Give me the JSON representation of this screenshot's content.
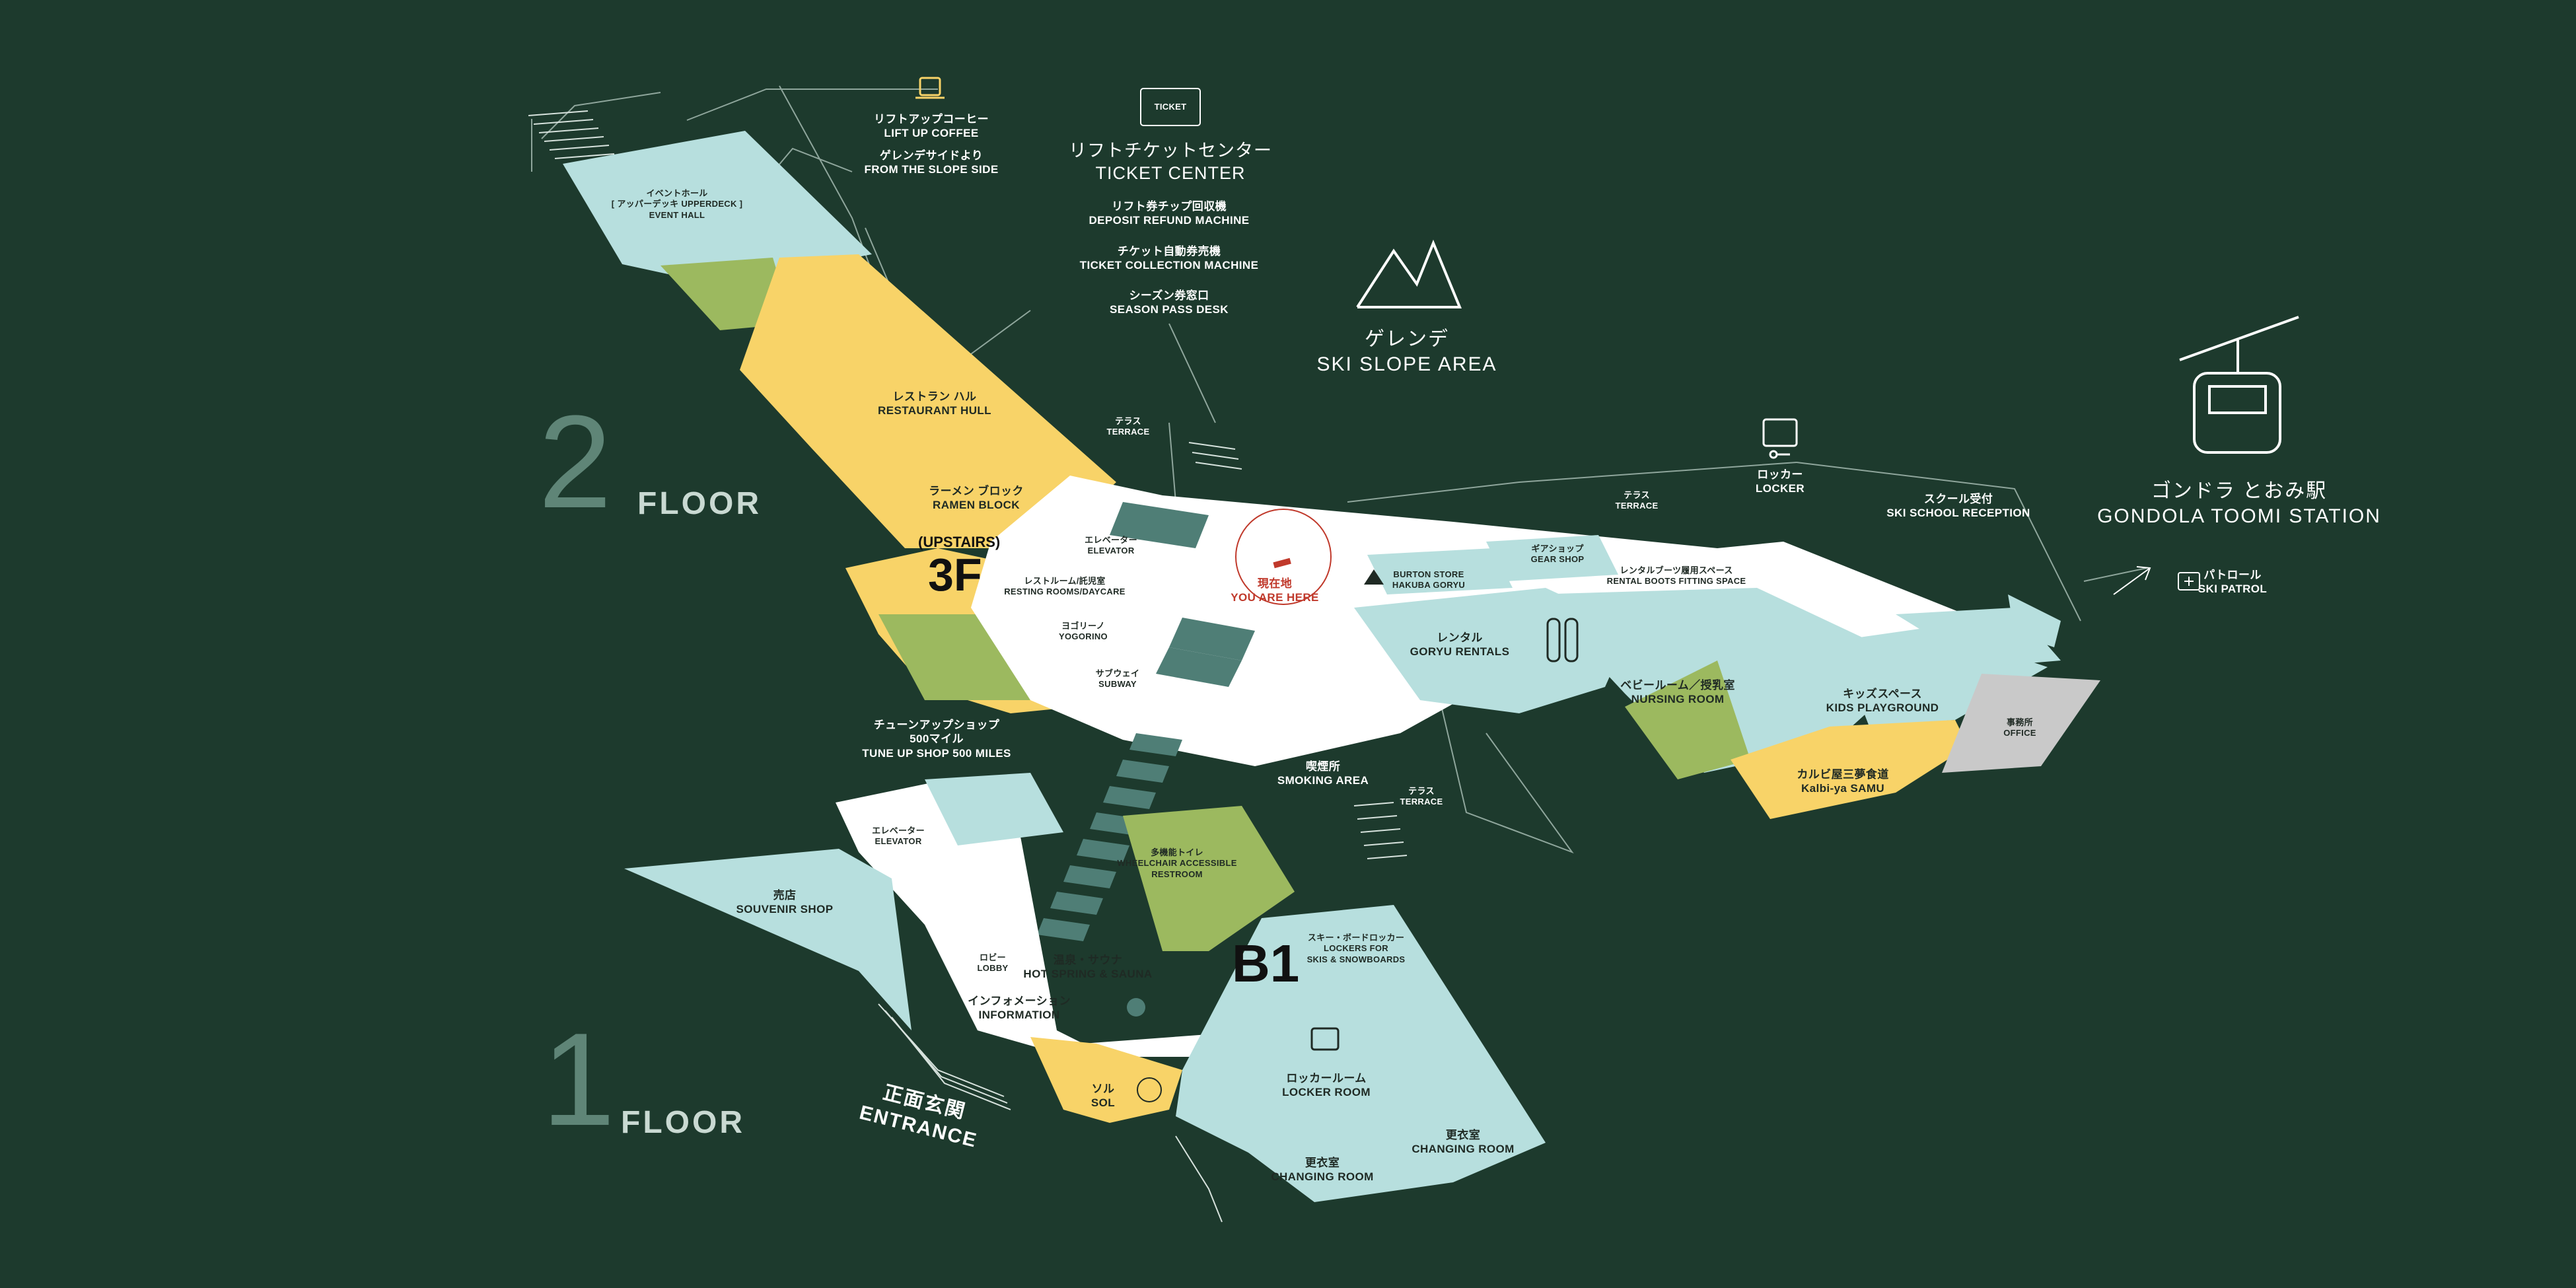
{
  "floors": {
    "floor2": {
      "number": "2",
      "label": "FLOOR"
    },
    "floor1": {
      "number": "1",
      "label": "FLOOR"
    }
  },
  "markers": {
    "upstairs": "(UPSTAIRS)",
    "f3": "3F",
    "b1": "B1"
  },
  "labels": {
    "coffee": {
      "jp": "リフトアップコーヒー",
      "en": "LIFT UP COFFEE",
      "note_jp": "ゲレンデサイドより",
      "note_en": "FROM THE SLOPE SIDE"
    },
    "ticket_icon": "TICKET",
    "ticket_center": {
      "jp": "リフトチケットセンター",
      "en": "TICKET CENTER"
    },
    "deposit": {
      "jp": "リフト券チップ回収機",
      "en": "DEPOSIT REFUND MACHINE"
    },
    "collection": {
      "jp": "チケット自動券売機",
      "en": "TICKET COLLECTION MACHINE"
    },
    "season": {
      "jp": "シーズン券窓口",
      "en": "SEASON PASS DESK"
    },
    "slope": {
      "jp": "ゲレンデ",
      "en": "SKI SLOPE AREA"
    },
    "gondola": {
      "jp": "ゴンドラ とおみ駅",
      "en": "GONDOLA TOOMI STATION"
    },
    "event_hall": {
      "jp": "イベントホール",
      "jp2": "[ アッパーデッキ  UPPERDECK ]",
      "en": "EVENT HALL"
    },
    "restaurant_hull": {
      "jp": "レストラン ハル",
      "en": "RESTAURANT HULL"
    },
    "ramen": {
      "jp": "ラーメン ブロック",
      "en": "RAMEN BLOCK"
    },
    "terrace1": {
      "jp": "テラス",
      "en": "TERRACE"
    },
    "terrace2": {
      "jp": "テラス",
      "en": "TERRACE"
    },
    "terrace3": {
      "jp": "テラス",
      "en": "TERRACE"
    },
    "elevator2": {
      "jp": "エレベーター",
      "en": "ELEVATOR"
    },
    "resting": {
      "jp": "レストルーム/託児室",
      "en": "RESTING ROOMS/DAYCARE"
    },
    "yogorino": {
      "jp": "ヨゴリーノ",
      "en": "YOGORINO"
    },
    "subway": {
      "jp": "サブウェイ",
      "en": "SUBWAY"
    },
    "you_are_here": {
      "jp": "現在地",
      "en": "YOU ARE HERE"
    },
    "burton": {
      "en1": "BURTON STORE",
      "en2": "HAKUBA GORYU",
      "brand": "BURTON"
    },
    "gear": {
      "jp": "ギアショップ",
      "en": "GEAR SHOP"
    },
    "boots": {
      "jp": "レンタルブーツ履用スペース",
      "en": "RENTAL BOOTS FITTING SPACE"
    },
    "rentals": {
      "jp": "レンタル",
      "en": "GORYU RENTALS"
    },
    "locker_top": {
      "jp": "ロッカー",
      "en": "LOCKER"
    },
    "ski_school": {
      "jp": "スクール受付",
      "en": "SKI SCHOOL RECEPTION"
    },
    "patrol": {
      "jp": "パトロール",
      "en": "SKI PATROL"
    },
    "nursing": {
      "jp": "ベビールーム／授乳室",
      "en": "NURSING ROOM"
    },
    "kids": {
      "jp": "キッズスペース",
      "en": "KIDS PLAYGROUND"
    },
    "office": {
      "jp": "事務所",
      "en": "OFFICE"
    },
    "kalbi": {
      "jp": "カルビ屋三夢食道",
      "en": "Kalbi-ya SAMU"
    },
    "smoking": {
      "jp": "喫煙所",
      "en": "SMOKING AREA"
    },
    "tune_up": {
      "jp": "チューンアップショップ",
      "jp2": "500マイル",
      "en": "TUNE UP SHOP 500 MILES"
    },
    "elevator1": {
      "jp": "エレベーター",
      "en": "ELEVATOR"
    },
    "souvenir": {
      "jp": "売店",
      "en": "SOUVENIR SHOP"
    },
    "accessible": {
      "jp": "多機能トイレ",
      "en1": "WHEELCHAIR ACCESSIBLE",
      "en2": "RESTROOM"
    },
    "lobby": {
      "jp": "ロビー",
      "en": "LOBBY"
    },
    "hot_spring": {
      "jp": "温泉・サウナ",
      "en": "HOT SPRING & SAUNA"
    },
    "ski_lockers": {
      "jp": "スキー・ボードロッカー",
      "en1": "LOCKERS FOR",
      "en2": "SKIS & SNOWBOARDS"
    },
    "information": {
      "jp": "インフォメーション",
      "en": "INFORMATION"
    },
    "locker_room": {
      "jp": "ロッカールーム",
      "en": "LOCKER ROOM"
    },
    "sol": {
      "jp": "ソル",
      "en": "SOL"
    },
    "entrance": {
      "jp": "正面玄関",
      "en": "ENTRANCE"
    },
    "changing1": {
      "jp": "更衣室",
      "en": "CHANGING ROOM"
    },
    "changing2": {
      "jp": "更衣室",
      "en": "CHANGING ROOM"
    }
  },
  "colors": {
    "background": "#1d3a2d",
    "room_blue": "#b7dfde",
    "restaurant_yellow": "#f8d368",
    "restroom_green": "#9cb95f",
    "corridor_white": "#ffffff",
    "stairs_teal": "#4f7e76",
    "office_gray": "#c9c9c9",
    "floor_number": "#5f8577",
    "you_are_here_red": "#c0392b"
  },
  "icon_names": [
    "coffee-cup-icon",
    "ticket-icon",
    "mountain-icon",
    "gondola-icon",
    "locker-icon",
    "ski-school-icon",
    "first-aid-icon",
    "restroom-icon",
    "cutlery-icon",
    "noodle-icon",
    "elevator-icon",
    "resting-room-icon",
    "ice-cream-icon",
    "subway-icon",
    "you-are-here-marker",
    "burton-logo",
    "ski-rental-icon",
    "nursing-icon",
    "rocking-horse-icon",
    "smoking-icon",
    "gift-icon",
    "wheelchair-icon",
    "hot-spring-icon",
    "information-icon",
    "sun-icon",
    "hanger-icon"
  ]
}
